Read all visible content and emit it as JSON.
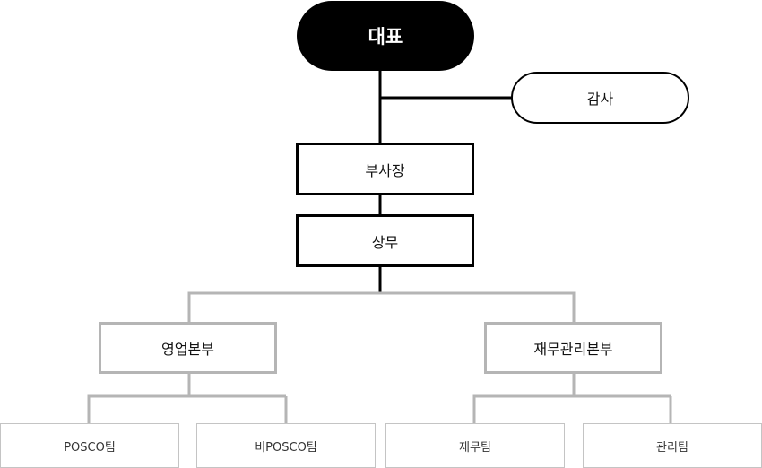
{
  "diagram": {
    "ceo": "대표",
    "audit": "감사",
    "vice_president": "부사장",
    "managing_director": "상무",
    "divisions": [
      "영업본부",
      "재무관리본부"
    ],
    "teams": [
      "POSCO팀",
      "비POSCO팀",
      "재무팀",
      "관리팀"
    ]
  },
  "colors": {
    "top_fill": "#000000",
    "executive_border": "#000000",
    "division_border": "#b5b5b5",
    "team_border": "#c4c4c4",
    "connector_dark": "#000000",
    "connector_light": "#b5b5b5"
  }
}
